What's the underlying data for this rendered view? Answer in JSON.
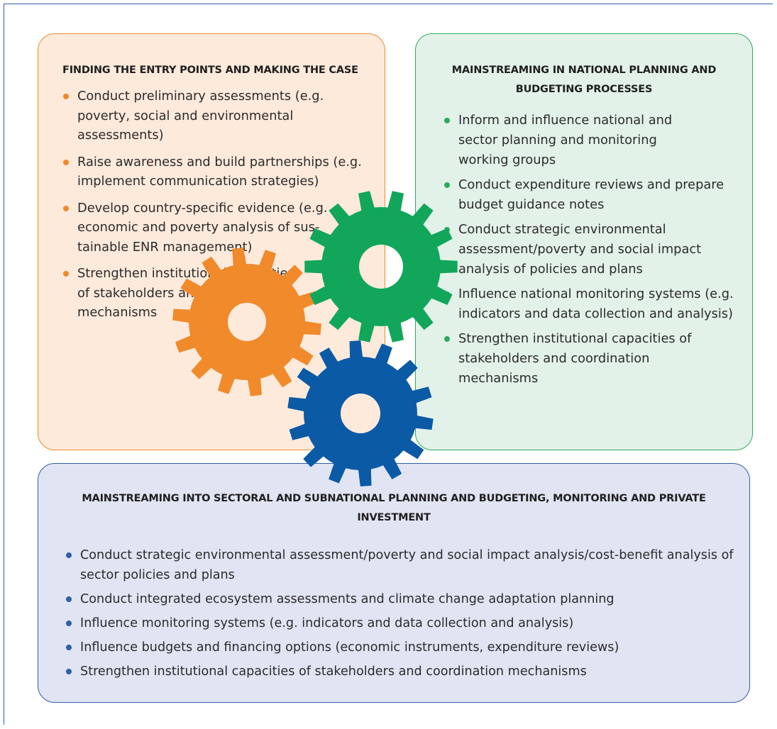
{
  "colors": {
    "orange": "#f08a2b",
    "green": "#12a65b",
    "blue": "#0b5aa6",
    "orange_bg": "#fdeadb",
    "green_bg": "#e3f2e8",
    "blue_bg": "#e1e4f3"
  },
  "icons": [
    "orange-gear-icon",
    "green-gear-icon",
    "blue-gear-icon"
  ],
  "orange_box": {
    "title": "FINDING THE ENTRY POINTS AND MAKING THE CASE",
    "items": [
      "Conduct preliminary assessments (e.g. poverty, social and environmental assessments)",
      "Raise awareness and build partnerships (e.g. implement communication strategies)",
      "Develop country-specific evidence (e.g. economic and poverty analysis of sus-tainable ENR management)",
      "Strengthen institutional capacities of stakeholders and coordination mechanisms"
    ]
  },
  "green_box": {
    "title": "MAINSTREAMING IN NATIONAL PLANNING AND BUDGETING PROCESSES",
    "items": [
      "Inform and influence national and sector planning and monitoring working groups",
      "Conduct expenditure reviews and prepare budget guidance notes",
      "Conduct strategic environmental assessment/poverty and social impact analysis of policies and plans",
      "Influence national monitoring systems (e.g. indicators and data collection and analysis)",
      "Strengthen institutional capacities of stakeholders and coordination mechanisms"
    ]
  },
  "blue_box": {
    "title": "MAINSTREAMING INTO SECTORAL AND SUBNATIONAL PLANNING AND BUDGETING, MONITORING AND PRIVATE INVESTMENT",
    "items": [
      "Conduct strategic environmental assessment/poverty and social impact analysis/cost-benefit analysis of sector policies and plans",
      "Conduct integrated ecosystem assessments and climate change adaptation planning",
      "Influence monitoring systems (e.g. indicators and data collection and analysis)",
      "Influence budgets and financing options (economic instruments, expenditure reviews)",
      "Strengthen institutional capacities of stakeholders and coordination mechanisms"
    ]
  }
}
